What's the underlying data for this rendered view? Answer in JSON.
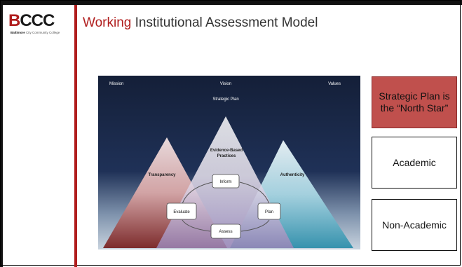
{
  "logo": {
    "brand_red": "B",
    "brand_dark": "CCC",
    "sub_bold": "Baltimore",
    "sub_rest": "City Community College"
  },
  "slide": {
    "title_accent": "Working",
    "title_rest": " Institutional Assessment Model"
  },
  "diagram": {
    "top_labels": {
      "left": "Mission",
      "center": "Vision",
      "right": "Values"
    },
    "strategic_plan": "Strategic Plan",
    "peaks": {
      "left": "Transparency",
      "center_line1": "Evidence-Based",
      "center_line2": "Practices",
      "right": "Authenticity"
    },
    "cycle": {
      "top": "Inform",
      "right": "Plan",
      "bottom": "Assess",
      "left": "Evaluate"
    }
  },
  "side_boxes": {
    "north_star_line1": "Strategic Plan is",
    "north_star_line2": "the “North Star”",
    "academic": "Academic",
    "non_academic": "Non-Academic"
  },
  "colors": {
    "accent_red": "#b01d1d",
    "north_star_fill": "#c0504d",
    "sky_dark": "#1b2a4a"
  }
}
